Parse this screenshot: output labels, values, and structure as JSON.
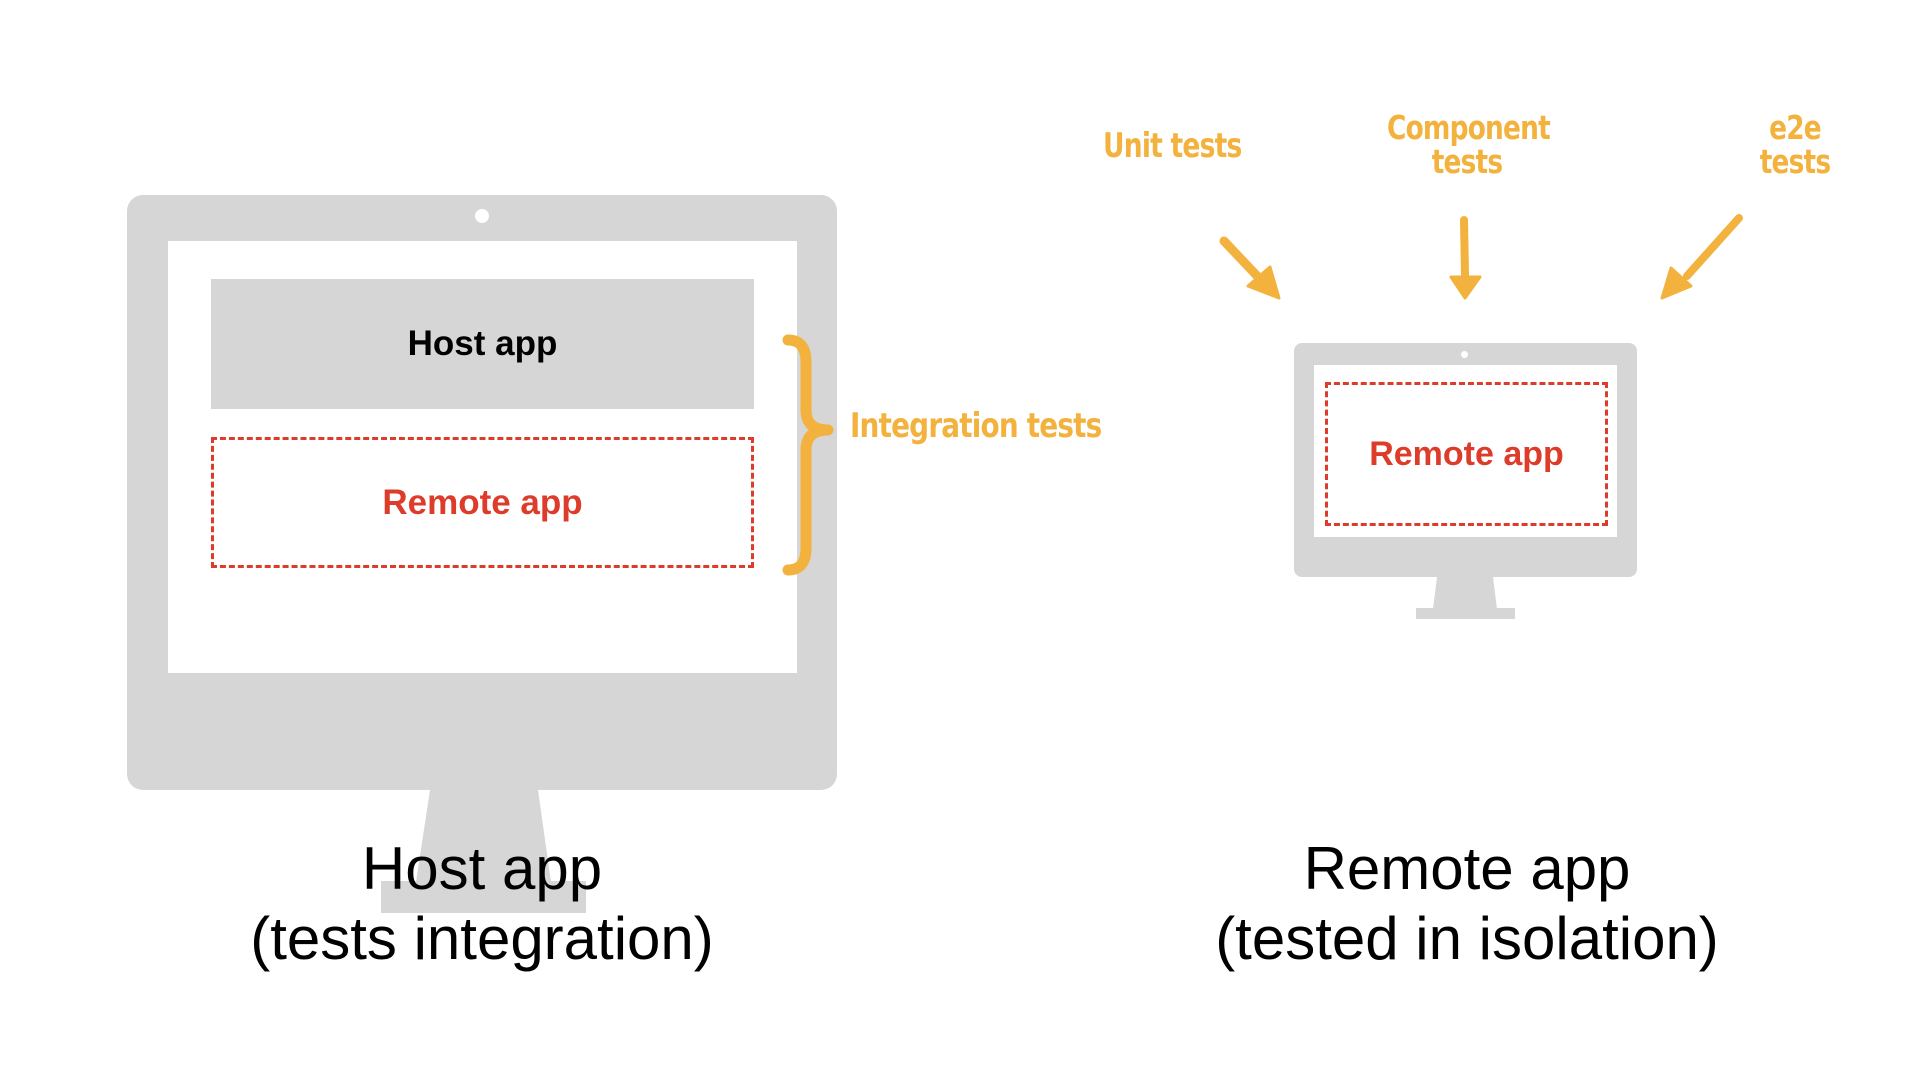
{
  "colors": {
    "bezel": "#d6d6d6",
    "remote_red": "#de3c2b",
    "annotation_yellow": "#f2b23d",
    "text_black": "#000000"
  },
  "host_monitor": {
    "host_box_label": "Host app",
    "remote_box_label": "Remote app",
    "brace_annotation": "Integration tests",
    "caption_line1": "Host app",
    "caption_line2": "(tests integration)"
  },
  "remote_monitor": {
    "remote_box_label": "Remote app",
    "caption_line1": "Remote app",
    "caption_line2": "(tested in isolation)",
    "annotations": [
      {
        "line1": "Unit tests",
        "line2": ""
      },
      {
        "line1": "Component",
        "line2": "tests"
      },
      {
        "line1": "e2e",
        "line2": "tests"
      }
    ]
  },
  "icons": {
    "brace": "curly-brace-icon",
    "arrow": "arrow-icon",
    "camera": "camera-dot-icon"
  }
}
